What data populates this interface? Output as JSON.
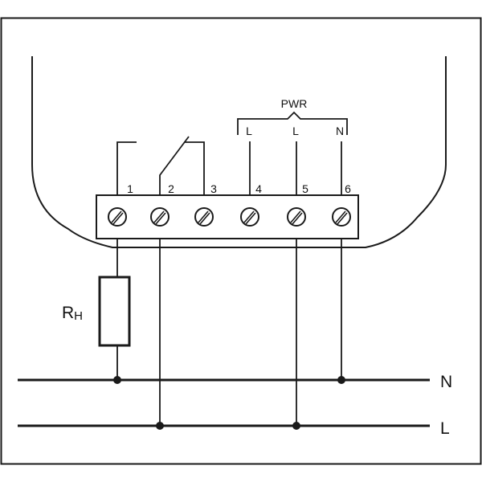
{
  "diagram": {
    "pwr_label": "PWR",
    "pwr_inputs": [
      "L",
      "L",
      "N"
    ],
    "terminal_numbers": [
      "1",
      "2",
      "3",
      "4",
      "5",
      "6"
    ],
    "resistor_label": {
      "main": "R",
      "sub": "H"
    },
    "bus_labels": {
      "neutral": "N",
      "line": "L"
    }
  }
}
